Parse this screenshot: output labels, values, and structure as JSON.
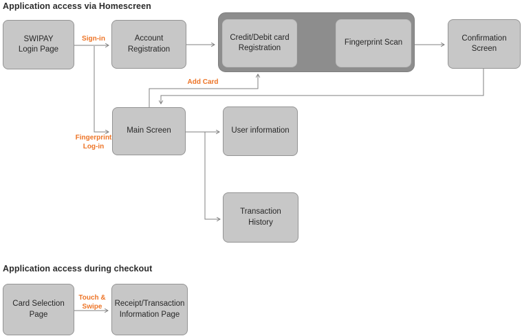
{
  "sections": {
    "homescreen": {
      "title": "Application access via Homescreen"
    },
    "checkout": {
      "title": "Application access during checkout"
    }
  },
  "nodes": {
    "swipay_login": "SWIPAY\nLogin Page",
    "account_registration": "Account\nRegistration",
    "credit_debit_registration": "Credit/Debit card\nRegistration",
    "fingerprint_scan": "Fingerprint Scan",
    "confirmation_screen": "Confirmation\nScreen",
    "main_screen": "Main Screen",
    "user_information": "User information",
    "transaction_history": "Transaction\nHistory",
    "card_selection": "Card Selection\nPage",
    "receipt_transaction": "Receipt/Transaction\nInformation Page"
  },
  "edges": {
    "sign_in": "Sign-in",
    "add_card": "Add Card",
    "fingerprint_login": "Fingerprint\nLog-in",
    "touch_swipe": "Touch &\nSwipe"
  },
  "colors": {
    "accent_orange": "#ed7426",
    "box_fill": "#c7c7c7",
    "box_border": "#939393",
    "group_container_fill": "#8d8d8d",
    "connector_line": "#7f7f7f",
    "text": "#262626",
    "background": "#ffffff"
  }
}
